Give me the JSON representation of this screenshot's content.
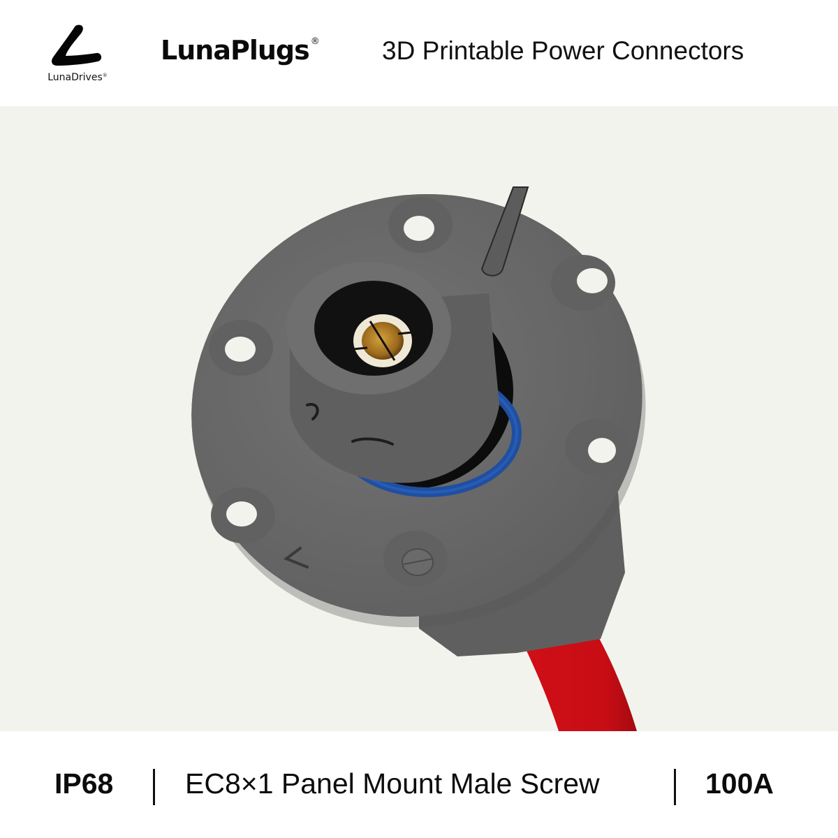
{
  "header": {
    "logo": {
      "icon": "lunadrives-l-logo-icon",
      "company": "LunaDrives",
      "registered_mark": "®"
    },
    "brand": {
      "name": "LunaPlugs",
      "registered_mark": "®"
    },
    "tagline": "3D Printable Power Connectors"
  },
  "product_image": {
    "subject": "EC8x1 panel mount male screw connector",
    "background_color": "#f3f3ee",
    "housing_color": "#6a6a6a",
    "seal_ring_color": "#1f4fa0",
    "cable_color": "#cc0e15",
    "contact_color": "#b8862a",
    "flange_mark": "L"
  },
  "footer": {
    "specs": [
      {
        "label": "IP68",
        "bold": true
      },
      {
        "label": "EC8×1 Panel Mount Male Screw",
        "bold": false
      },
      {
        "label": "100A",
        "bold": true
      }
    ]
  }
}
